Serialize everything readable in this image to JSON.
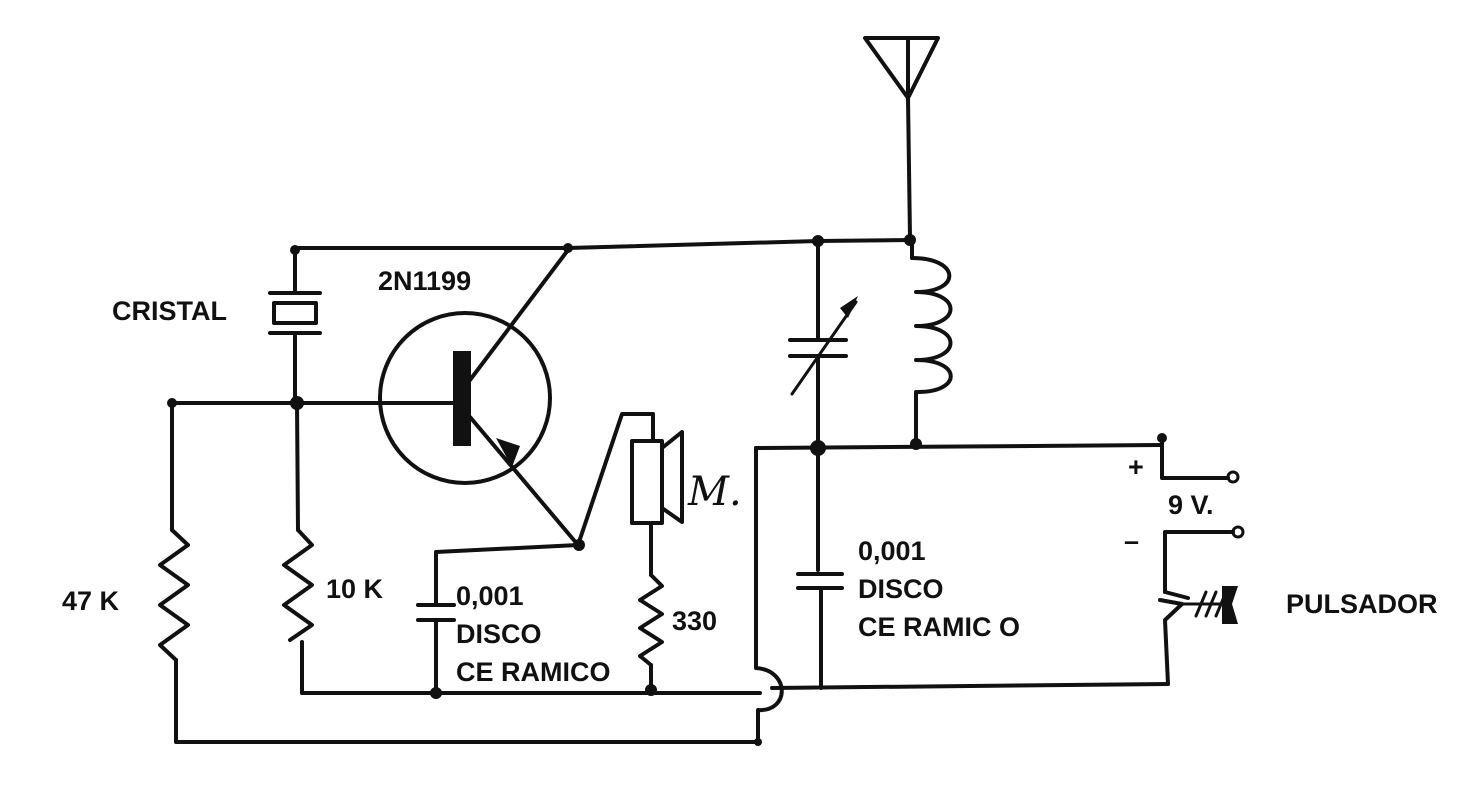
{
  "labels": {
    "cristal": "CRISTAL",
    "transistor": "2N1199",
    "r1": "47 K",
    "r2": "10 K",
    "c1_value": "0,001",
    "c1_line2": "DISCO",
    "c1_line3": "CE RAMICO",
    "r3": "330",
    "mic": "M.",
    "c2_value": "0,001",
    "c2_line2": "DISCO",
    "c2_line3": "CE RAMIC O",
    "plus": "+",
    "voltage": "9 V.",
    "minus": "–",
    "switch": "PULSADOR"
  }
}
